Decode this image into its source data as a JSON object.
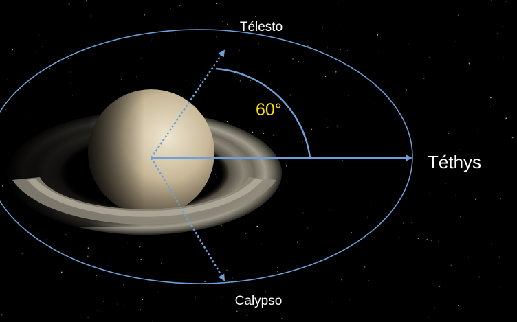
{
  "labels": {
    "telesto": "Télesto",
    "tethys": "Téthys",
    "calypso": "Calypso",
    "angle": "60°"
  },
  "colors": {
    "background": "#000000",
    "orbit": "#6f9fd8",
    "arrow": "#6f9fd8",
    "angle_label": "#ffe000",
    "text": "#ffffff"
  },
  "angle_degrees": 60
}
